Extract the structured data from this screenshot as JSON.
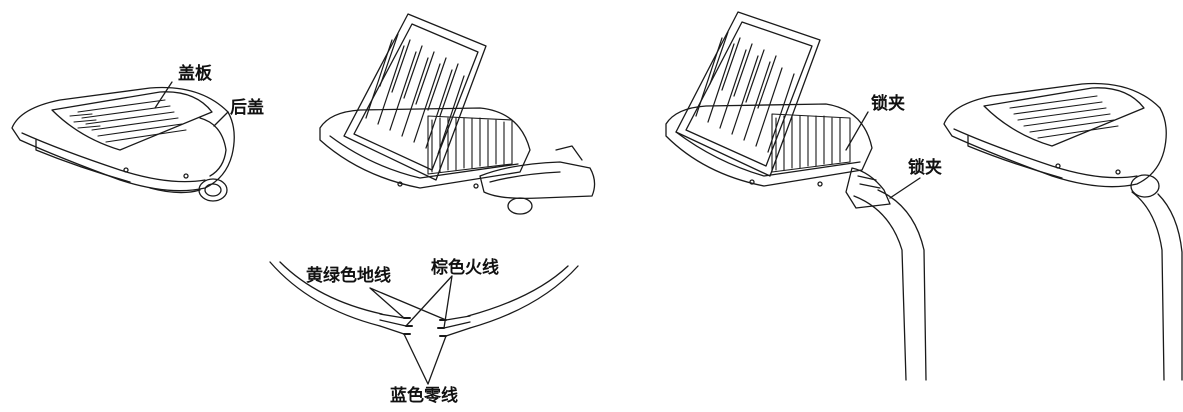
{
  "labels": {
    "cover_plate": "盖板",
    "rear_cover": "后盖",
    "lock_clamp_1": "锁夹",
    "lock_clamp_2": "锁夹",
    "ground_wire": "黄绿色地线",
    "live_wire": "棕色火线",
    "neutral_wire": "蓝色零线"
  },
  "colors": {
    "line": "#1a1a1a",
    "background": "#ffffff"
  }
}
